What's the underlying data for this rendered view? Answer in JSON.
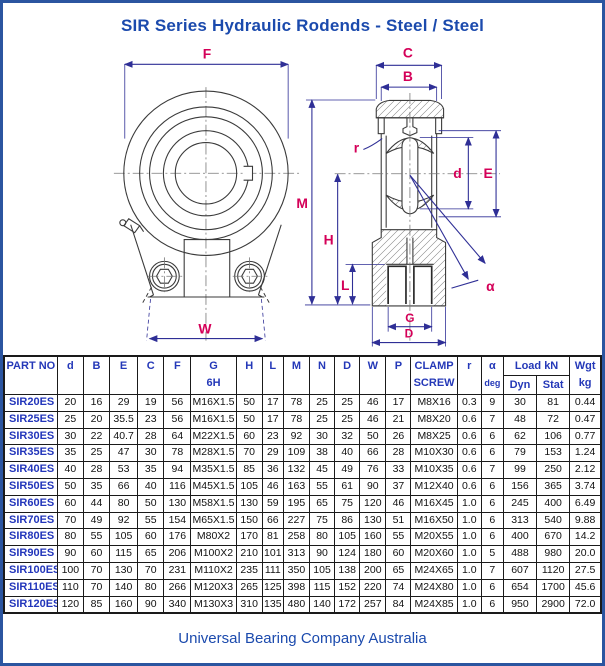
{
  "page": {
    "title": "SIR Series Hydraulic Rodends - Steel / Steel",
    "footer": "Universal Bearing Company Australia"
  },
  "colors": {
    "title_blue": "#1b4aad",
    "table_text_blue": "#2438b8",
    "part_no_blue": "#2336bb",
    "dimension_label_crimson": "#d40058",
    "dimension_line_blue": "#2f2f96",
    "page_border_blue": "#2b55a0"
  },
  "drawing": {
    "labels": {
      "F": "F",
      "W": "W",
      "M": "M",
      "H": "H",
      "L": "L",
      "C": "C",
      "B": "B",
      "r": "r",
      "d": "d",
      "E": "E",
      "G": "G",
      "D": "D",
      "alpha": "α"
    }
  },
  "table": {
    "header": {
      "part_no": "PART NO",
      "d": "d",
      "b": "B",
      "e": "E",
      "c": "C",
      "f": "F",
      "g1": "G",
      "g2": "6H",
      "h": "H",
      "l": "L",
      "m": "M",
      "n": "N",
      "dd": "D",
      "w": "W",
      "p": "P",
      "clamp1": "CLAMP",
      "clamp2": "SCREW",
      "r": "r",
      "alpha1": "α",
      "alpha2": "deg",
      "load": "Load kN",
      "dyn": "Dyn",
      "stat": "Stat",
      "wgt1": "Wgt",
      "wgt2": "kg"
    },
    "rows": [
      [
        "SIR20ES",
        "20",
        "16",
        "29",
        "19",
        "56",
        "M16X1.5",
        "50",
        "17",
        "78",
        "25",
        "25",
        "46",
        "17",
        "M8X16",
        "0.3",
        "9",
        "30",
        "81",
        "0.44"
      ],
      [
        "SIR25ES",
        "25",
        "20",
        "35.5",
        "23",
        "56",
        "M16X1.5",
        "50",
        "17",
        "78",
        "25",
        "25",
        "46",
        "21",
        "M8X20",
        "0.6",
        "7",
        "48",
        "72",
        "0.47"
      ],
      [
        "SIR30ES",
        "30",
        "22",
        "40.7",
        "28",
        "64",
        "M22X1.5",
        "60",
        "23",
        "92",
        "30",
        "32",
        "50",
        "26",
        "M8X25",
        "0.6",
        "6",
        "62",
        "106",
        "0.77"
      ],
      [
        "SIR35ES",
        "35",
        "25",
        "47",
        "30",
        "78",
        "M28X1.5",
        "70",
        "29",
        "109",
        "38",
        "40",
        "66",
        "28",
        "M10X30",
        "0.6",
        "6",
        "79",
        "153",
        "1.24"
      ],
      [
        "SIR40ES",
        "40",
        "28",
        "53",
        "35",
        "94",
        "M35X1.5",
        "85",
        "36",
        "132",
        "45",
        "49",
        "76",
        "33",
        "M10X35",
        "0.6",
        "7",
        "99",
        "250",
        "2.12"
      ],
      [
        "SIR50ES",
        "50",
        "35",
        "66",
        "40",
        "116",
        "M45X1.5",
        "105",
        "46",
        "163",
        "55",
        "61",
        "90",
        "37",
        "M12X40",
        "0.6",
        "6",
        "156",
        "365",
        "3.74"
      ],
      [
        "SIR60ES",
        "60",
        "44",
        "80",
        "50",
        "130",
        "M58X1.5",
        "130",
        "59",
        "195",
        "65",
        "75",
        "120",
        "46",
        "M16X45",
        "1.0",
        "6",
        "245",
        "400",
        "6.49"
      ],
      [
        "SIR70ES",
        "70",
        "49",
        "92",
        "55",
        "154",
        "M65X1.5",
        "150",
        "66",
        "227",
        "75",
        "86",
        "130",
        "51",
        "M16X50",
        "1.0",
        "6",
        "313",
        "540",
        "9.88"
      ],
      [
        "SIR80ES",
        "80",
        "55",
        "105",
        "60",
        "176",
        "M80X2",
        "170",
        "81",
        "258",
        "80",
        "105",
        "160",
        "55",
        "M20X55",
        "1.0",
        "6",
        "400",
        "670",
        "14.2"
      ],
      [
        "SIR90ES",
        "90",
        "60",
        "115",
        "65",
        "206",
        "M100X2",
        "210",
        "101",
        "313",
        "90",
        "124",
        "180",
        "60",
        "M20X60",
        "1.0",
        "5",
        "488",
        "980",
        "20.0"
      ],
      [
        "SIR100ES",
        "100",
        "70",
        "130",
        "70",
        "231",
        "M110X2",
        "235",
        "111",
        "350",
        "105",
        "138",
        "200",
        "65",
        "M24X65",
        "1.0",
        "7",
        "607",
        "1120",
        "27.5"
      ],
      [
        "SIR110ES",
        "110",
        "70",
        "140",
        "80",
        "266",
        "M120X3",
        "265",
        "125",
        "398",
        "115",
        "152",
        "220",
        "74",
        "M24X80",
        "1.0",
        "6",
        "654",
        "1700",
        "45.6"
      ],
      [
        "SIR120ES",
        "120",
        "85",
        "160",
        "90",
        "340",
        "M130X3",
        "310",
        "135",
        "480",
        "140",
        "172",
        "257",
        "84",
        "M24X85",
        "1.0",
        "6",
        "950",
        "2900",
        "72.0"
      ]
    ]
  }
}
